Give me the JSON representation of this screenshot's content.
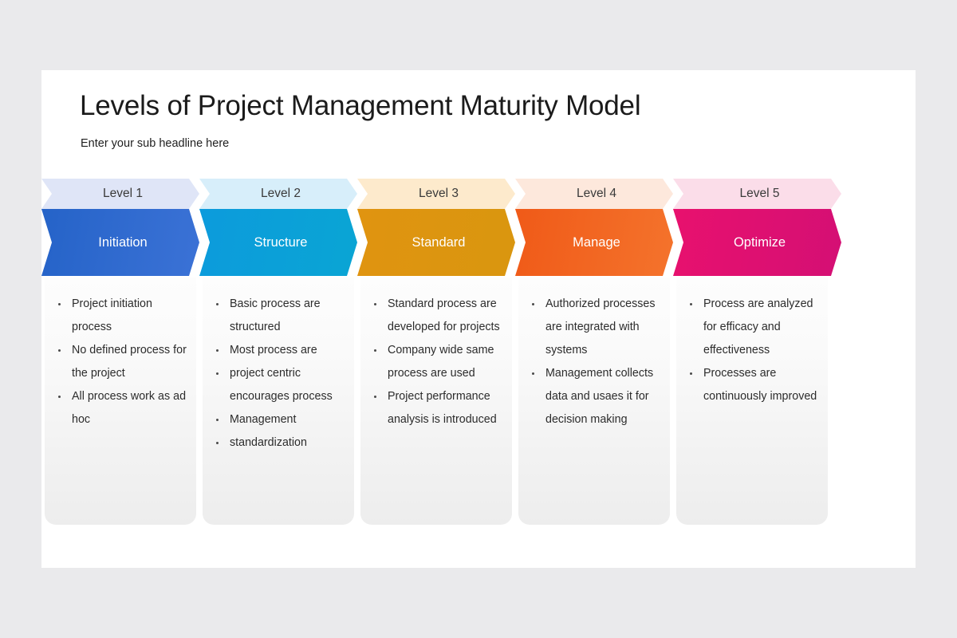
{
  "slide": {
    "title": "Levels of Project Management Maturity Model",
    "subtitle": "Enter your sub headline here",
    "background_color": "#eaeaec",
    "canvas_color": "#ffffff"
  },
  "diagram": {
    "type": "chevron-process",
    "stage_count": 5,
    "stages": [
      {
        "level_label": "Level 1",
        "name": "Initiation",
        "band_color": "#2563c8",
        "band_color_end": "#3b72d6",
        "tint_color": "#dfe5f7",
        "bullets": [
          "Project initiation process",
          "No defined process for the project",
          "All process work as ad hoc"
        ]
      },
      {
        "level_label": "Level 2",
        "name": "Structure",
        "band_color": "#0c9bdc",
        "band_color_end": "#0aa5d4",
        "tint_color": "#d7eefa",
        "bullets": [
          "Basic process are structured",
          "Most process are",
          "project centric encourages process",
          "Management",
          "standardization"
        ]
      },
      {
        "level_label": "Level 3",
        "name": "Standard",
        "band_color": "#e09410",
        "band_color_end": "#d9960f",
        "tint_color": "#fdeacc",
        "bullets": [
          "Standard process are developed for projects",
          "Company wide same process are used",
          "Project performance analysis is introduced"
        ]
      },
      {
        "level_label": "Level 4",
        "name": "Manage",
        "band_color": "#f05a18",
        "band_color_end": "#f4732c",
        "tint_color": "#fde8dc",
        "bullets": [
          "Authorized processes are integrated with systems",
          "Management collects data and usaes it for decision making"
        ]
      },
      {
        "level_label": "Level 5",
        "name": "Optimize",
        "band_color": "#e8116e",
        "band_color_end": "#d40f74",
        "tint_color": "#fbdde9",
        "bullets": [
          "Process are analyzed for efficacy and effectiveness",
          "Processes are continuously improved"
        ]
      }
    ]
  }
}
